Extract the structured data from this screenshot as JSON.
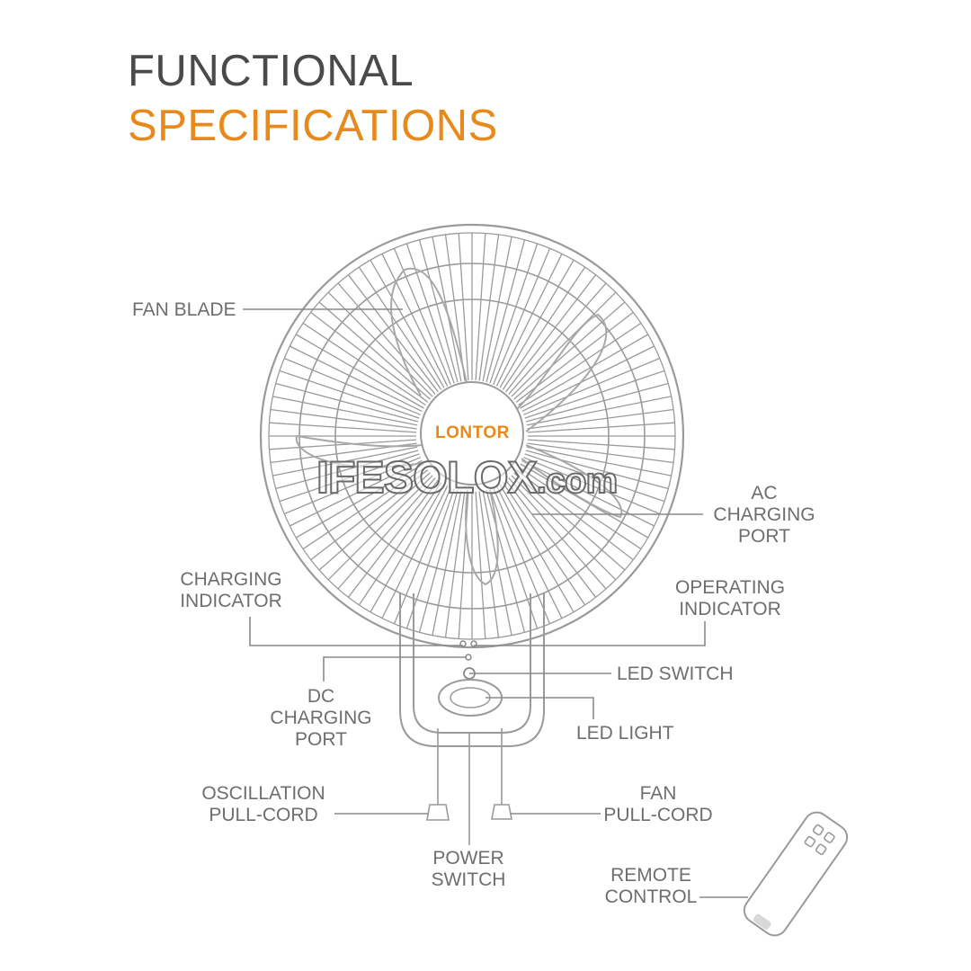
{
  "title": {
    "line1": "FUNCTIONAL",
    "line2": "SPECIFICATIONS"
  },
  "brand_logo": "LONTOR",
  "watermark": {
    "main": "IFESOLOX",
    "suffix": ".com"
  },
  "labels": {
    "fan_blade": "FAN BLADE",
    "ac_charging_port": [
      "AC",
      "CHARGING",
      "PORT"
    ],
    "charging_indicator": [
      "CHARGING",
      "INDICATOR"
    ],
    "operating_indicator": [
      "OPERATING",
      "INDICATOR"
    ],
    "led_switch": "LED SWITCH",
    "dc_charging_port": [
      "DC",
      "CHARGING",
      "PORT"
    ],
    "led_light": "LED LIGHT",
    "oscillation_pull_cord": [
      "OSCILLATION",
      "PULL-CORD"
    ],
    "fan_pull_cord": [
      "FAN",
      "PULL-CORD"
    ],
    "power_switch": [
      "POWER",
      "SWITCH"
    ],
    "remote_control": [
      "REMOTE",
      "CONTROL"
    ]
  },
  "colors": {
    "accent": "#e8891c",
    "title_dark": "#4a4a4a",
    "label": "#6e6e6e",
    "line": "#8a8a8a"
  }
}
